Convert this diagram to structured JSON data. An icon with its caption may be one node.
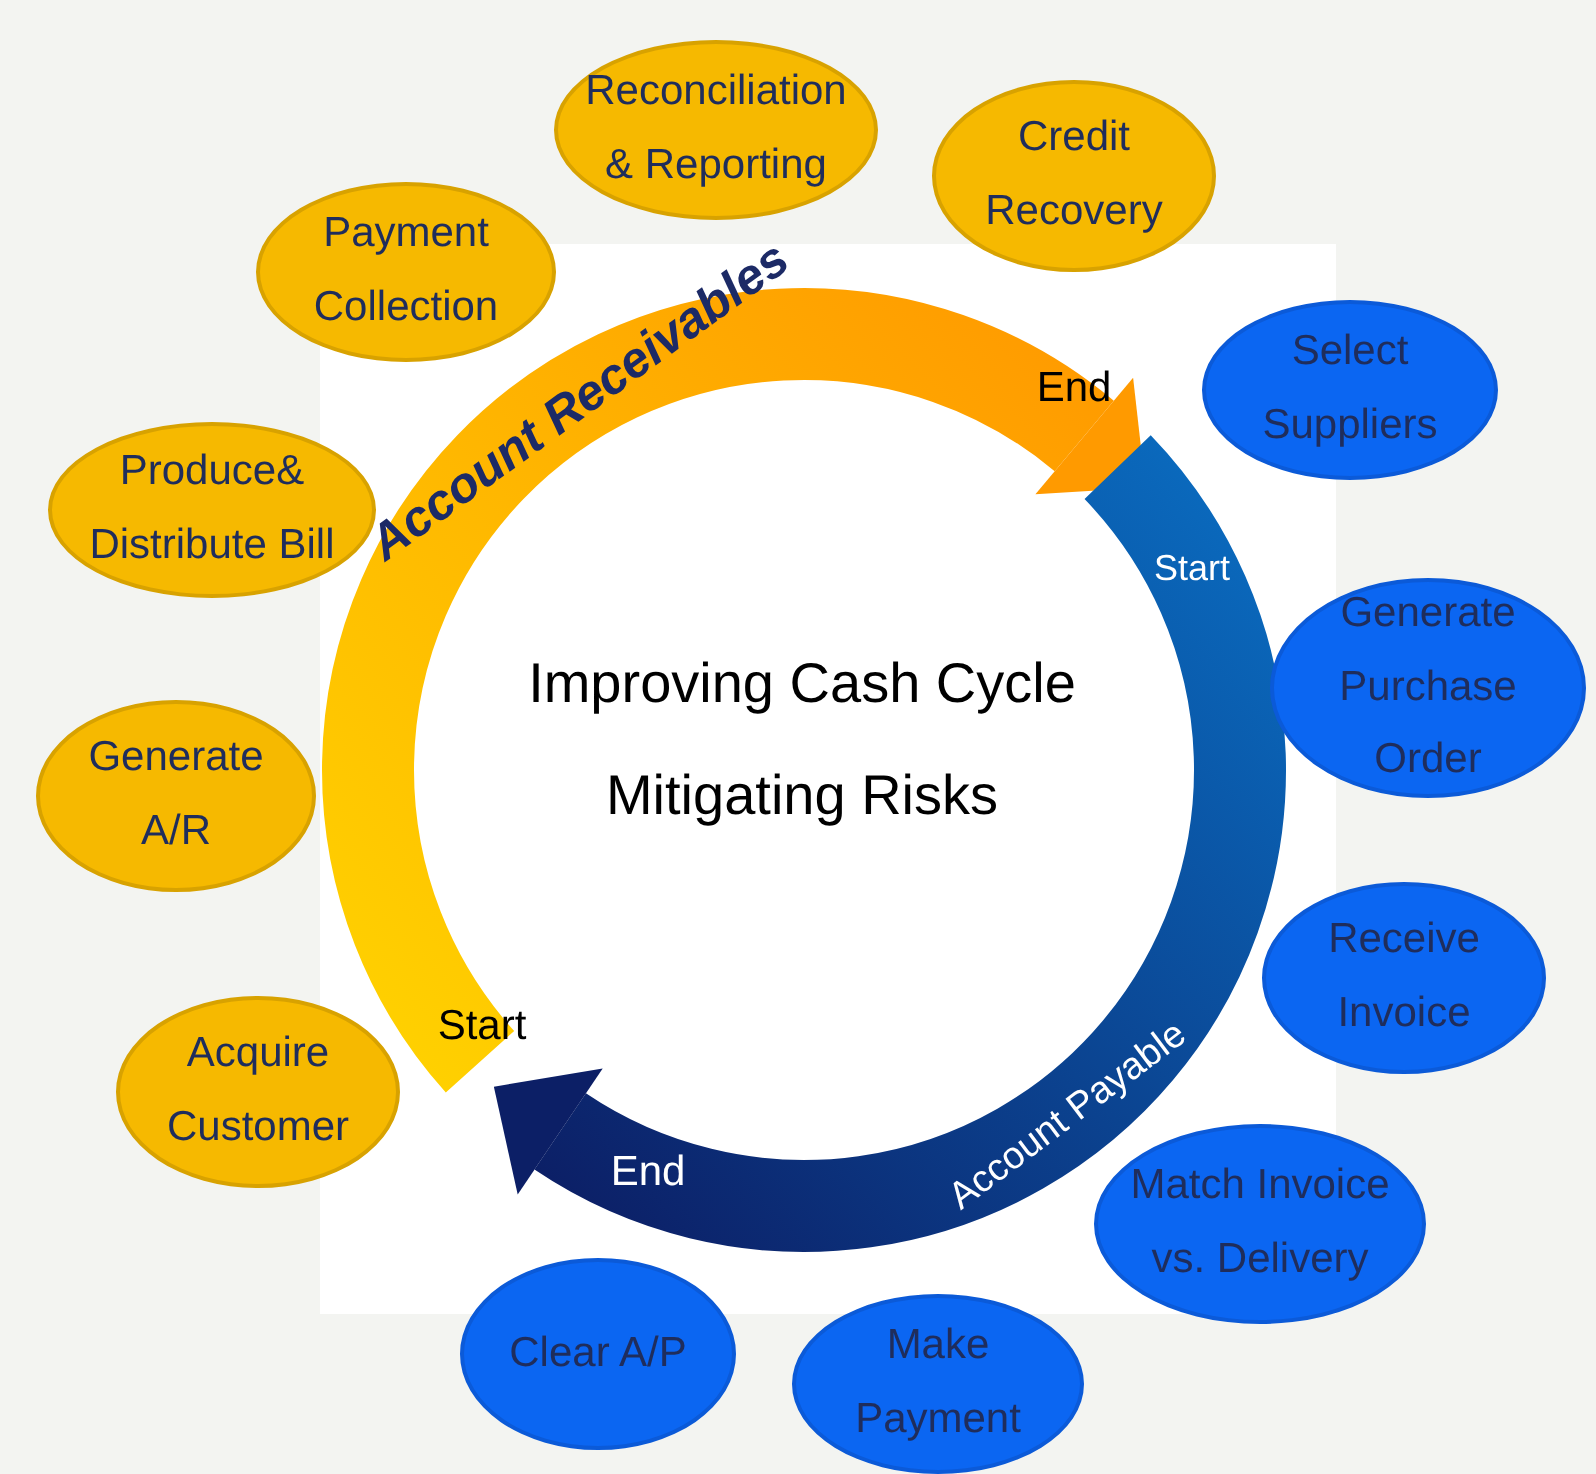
{
  "diagram": {
    "nodes": [
      {
        "text": [
          "Reconciliation & Reporting"
        ]
      },
      {
        "text": [
          "Credit Recovery"
        ]
      },
      {
        "text": [
          "Payment Collection"
        ]
      },
      {
        "text": [
          "Select Suppliers"
        ]
      },
      {
        "text": [
          "Produce& Distribute Bill"
        ]
      },
      {
        "text": [
          "Generate Purchase Order"
        ]
      },
      {
        "text": [
          "Generate A/R"
        ]
      },
      {
        "text": [
          "Receive Invoice"
        ]
      },
      {
        "text": [
          "Acquire Customer"
        ]
      },
      {
        "text": [
          "Match Invoice vs. Delivery"
        ]
      },
      {
        "text": [
          "Clear A/P"
        ]
      },
      {
        "text": [
          "Make Payment"
        ]
      }
    ],
    "labels": [
      "Account Receivables",
      "End",
      "Start",
      "Improving Cash Cycle",
      "Mitigating Risks",
      "Start",
      "End",
      "Account Payable"
    ]
  }
}
